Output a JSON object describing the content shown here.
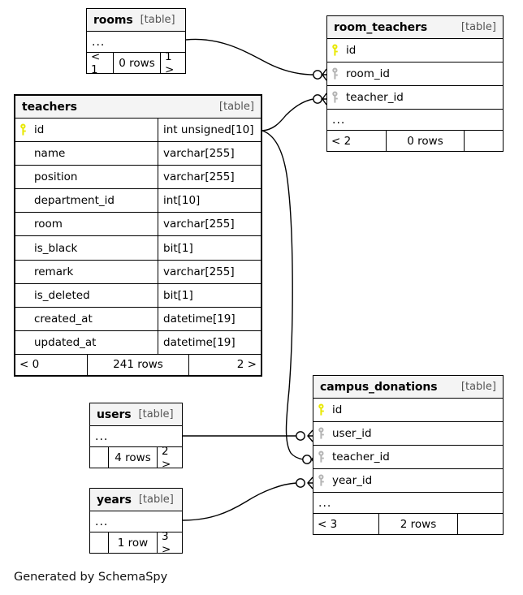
{
  "diagram": {
    "caption": "Generated by SchemaSpy",
    "table_tag": "[table]",
    "ellipsis": "...",
    "colors": {
      "primary_key": "#e8e800",
      "foreign_key": "#b3b3b3",
      "header_bg": "#f4f4f4",
      "border": "#000000",
      "background": "#ffffff"
    }
  },
  "tables": {
    "rooms": {
      "name": "rooms",
      "tag": "[table]",
      "ellipsis": "...",
      "footer": {
        "prev": "< 1",
        "rows": "0 rows",
        "next": "1 >"
      }
    },
    "room_teachers": {
      "name": "room_teachers",
      "tag": "[table]",
      "ellipsis": "...",
      "columns": [
        {
          "name": "id",
          "key": "primary",
          "key_icon": "key-icon-yellow"
        },
        {
          "name": "room_id",
          "key": "foreign",
          "key_icon": "key-icon-gray"
        },
        {
          "name": "teacher_id",
          "key": "foreign",
          "key_icon": "key-icon-gray"
        }
      ],
      "footer": {
        "prev": "< 2",
        "rows": "0 rows",
        "next": ""
      }
    },
    "teachers": {
      "name": "teachers",
      "tag": "[table]",
      "columns": [
        {
          "name": "id",
          "type": "int unsigned[10]",
          "key": "primary",
          "key_icon": "key-icon-yellow"
        },
        {
          "name": "name",
          "type": "varchar[255]",
          "key": "none",
          "key_icon": ""
        },
        {
          "name": "position",
          "type": "varchar[255]",
          "key": "none",
          "key_icon": ""
        },
        {
          "name": "department_id",
          "type": "int[10]",
          "key": "none",
          "key_icon": ""
        },
        {
          "name": "room",
          "type": "varchar[255]",
          "key": "none",
          "key_icon": ""
        },
        {
          "name": "is_black",
          "type": "bit[1]",
          "key": "none",
          "key_icon": ""
        },
        {
          "name": "remark",
          "type": "varchar[255]",
          "key": "none",
          "key_icon": ""
        },
        {
          "name": "is_deleted",
          "type": "bit[1]",
          "key": "none",
          "key_icon": ""
        },
        {
          "name": "created_at",
          "type": "datetime[19]",
          "key": "none",
          "key_icon": ""
        },
        {
          "name": "updated_at",
          "type": "datetime[19]",
          "key": "none",
          "key_icon": ""
        }
      ],
      "footer": {
        "prev": "< 0",
        "rows": "241 rows",
        "next": "2 >"
      }
    },
    "campus_donations": {
      "name": "campus_donations",
      "tag": "[table]",
      "ellipsis": "...",
      "columns": [
        {
          "name": "id",
          "key": "primary",
          "key_icon": "key-icon-yellow"
        },
        {
          "name": "user_id",
          "key": "foreign",
          "key_icon": "key-icon-gray"
        },
        {
          "name": "teacher_id",
          "key": "foreign",
          "key_icon": "key-icon-gray"
        },
        {
          "name": "year_id",
          "key": "foreign",
          "key_icon": "key-icon-gray"
        }
      ],
      "footer": {
        "prev": "< 3",
        "rows": "2 rows",
        "next": ""
      }
    },
    "users": {
      "name": "users",
      "tag": "[table]",
      "ellipsis": "...",
      "footer": {
        "prev": "",
        "rows": "4 rows",
        "next": "2 >"
      }
    },
    "years": {
      "name": "years",
      "tag": "[table]",
      "ellipsis": "...",
      "footer": {
        "prev": "",
        "rows": "1 row",
        "next": "3 >"
      }
    }
  },
  "relationships": [
    {
      "from": "rooms",
      "to": "room_teachers.room_id"
    },
    {
      "from": "teachers.id",
      "to": "room_teachers.teacher_id"
    },
    {
      "from": "teachers.id",
      "to": "campus_donations.teacher_id"
    },
    {
      "from": "users",
      "to": "campus_donations.user_id"
    },
    {
      "from": "years",
      "to": "campus_donations.year_id"
    }
  ]
}
